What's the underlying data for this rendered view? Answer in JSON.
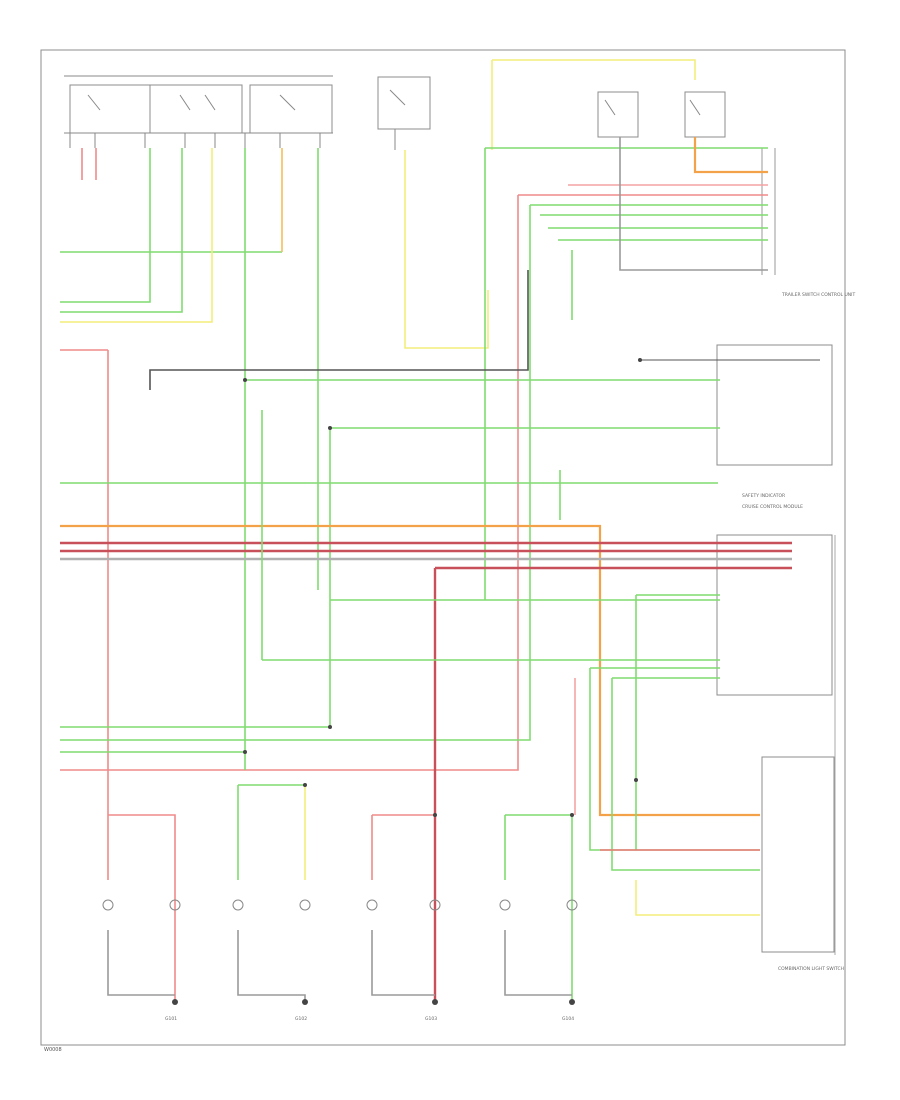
{
  "footer_code": "W0008",
  "labels": {
    "trailer_module": "TRAILER SWITCH CONTROL UNIT",
    "safety_indicator": "SAFETY INDICATOR",
    "cruise_control": "CRUISE CONTROL MODULE",
    "combination_switch": "COMBINATION LIGHT SWITCH",
    "bottom_ground_1": "G101",
    "bottom_ground_2": "G102",
    "bottom_ground_3": "G103",
    "bottom_ground_4": "G104"
  },
  "colors": {
    "green": "#7fdc6f",
    "red": "#f08a8a",
    "dark_red": "#c8505a",
    "yellow": "#f2ee7a",
    "orange": "#f4a24a",
    "black": "#555555"
  }
}
